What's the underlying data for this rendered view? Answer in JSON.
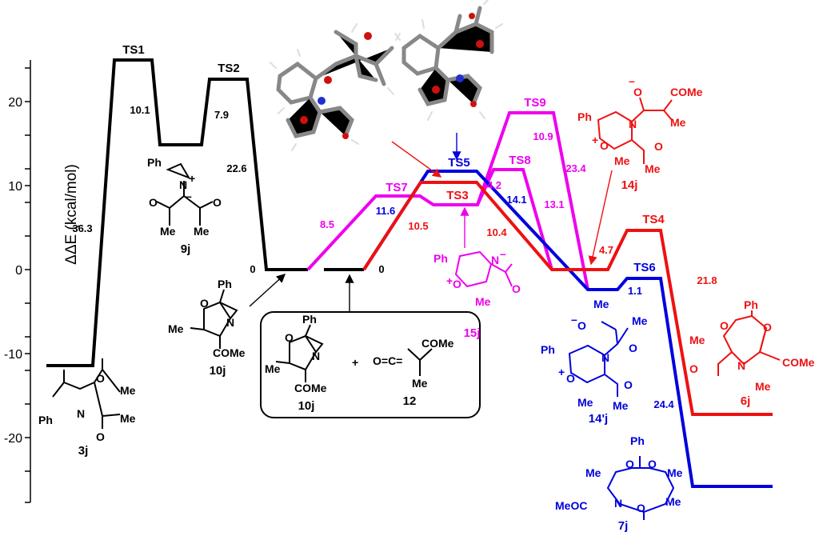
{
  "axis": {
    "title": "ΔΔE (kcal/mol)",
    "ticks": [
      "20",
      "10",
      "0",
      "-10",
      "-20"
    ]
  },
  "colors": {
    "black": "#000000",
    "magenta": "#ee00ee",
    "blue": "#0000dd",
    "red": "#ee1111"
  },
  "states": {
    "ts1": "TS1",
    "ts2": "TS2",
    "ts3": "TS3",
    "ts4": "TS4",
    "ts5": "TS5",
    "ts6": "TS6",
    "ts7": "TS7",
    "ts8": "TS8",
    "ts9": "TS9"
  },
  "barriers": {
    "b36_3": "36.3",
    "b10_1": "10.1",
    "b7_9": "7.9",
    "b22_6": "22.6",
    "zero_a": "0",
    "zero_b": "0",
    "b8_5": "8.5",
    "b11_6": "11.6",
    "b10_5": "10.5",
    "b4_2": "4.2",
    "b14_1": "14.1",
    "b13_1": "13.1",
    "b10_4": "10.4",
    "b10_9": "10.9",
    "b23_4": "23.4",
    "b4_7": "4.7",
    "b1_1": "1.1",
    "b21_8": "21.8",
    "b24_4": "24.4"
  },
  "compounds": {
    "c3j": "3j",
    "c9j": "9j",
    "c10j_a": "10j",
    "c10j_b": "10j",
    "c12": "12",
    "c15j": "15j",
    "c14j": "14j",
    "c14pj": "14'j",
    "c6j": "6j",
    "c7j": "7j"
  },
  "chem": {
    "ph": "Ph",
    "me": "Me",
    "come": "COMe",
    "meoc": "MeOC",
    "o": "O",
    "n": "N",
    "plus": "+",
    "minus": "–",
    "oc": "O=C="
  }
}
